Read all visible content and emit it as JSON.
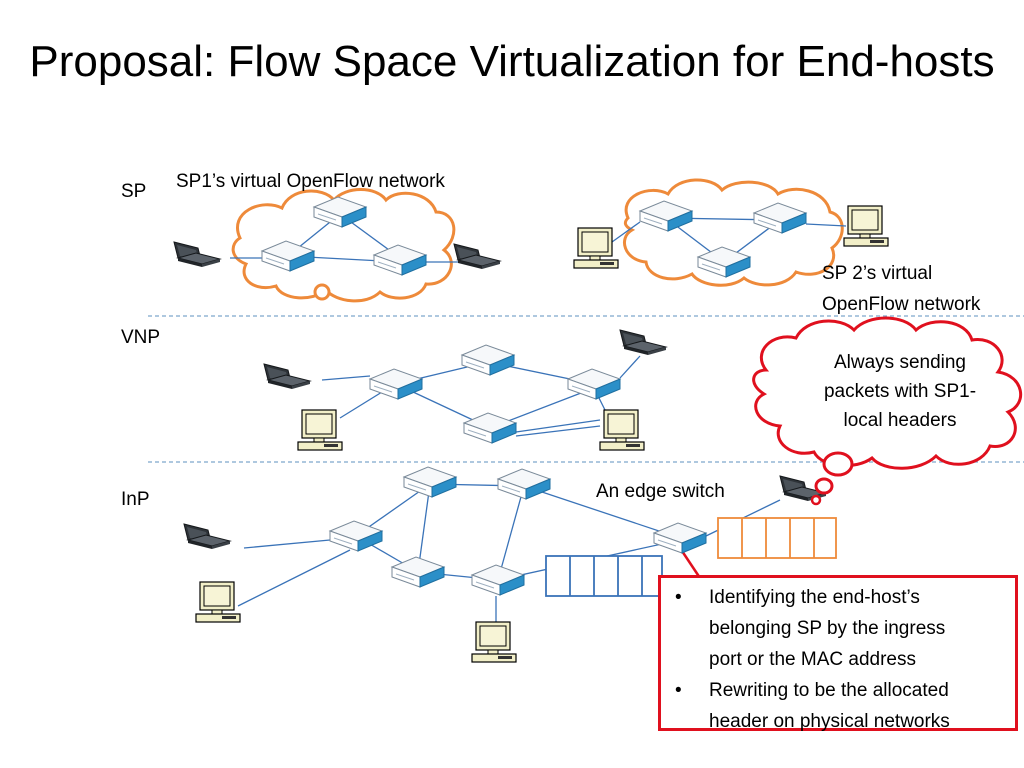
{
  "title": "Proposal: Flow Space Virtualization for End-hosts",
  "layers": {
    "sp": "SP",
    "vnp": "VNP",
    "inp": "InP"
  },
  "sp1_label": "SP1’s virtual OpenFlow network",
  "sp2_label_line1": "SP 2’s virtual",
  "sp2_label_line2": "OpenFlow network",
  "edge_switch_label": "An edge switch",
  "thought": {
    "line1": "Always sending",
    "line2": "packets with SP1-",
    "line3": "local headers"
  },
  "callout_items": [
    {
      "line1": "Identifying  the end-host’s",
      "line2": "belonging SP by the ingress",
      "line3": "port or the MAC address"
    },
    {
      "line1": "Rewriting to be the allocated",
      "line2": "header on physical networks"
    }
  ],
  "bullet": "•",
  "colors": {
    "link": "#3a73b8",
    "switch_body": "#ffffff",
    "switch_edge": "#2b8fc8",
    "cloud_orange": "#ee8a3a",
    "alert_red": "#e0101e",
    "divider": "#7ea6cc",
    "queue_orange": "#ee8a3a",
    "queue_blue": "#3a73b8"
  },
  "icons": [
    "switch-icon",
    "laptop-icon",
    "desktop-computer-icon",
    "cloud-icon",
    "packet-queue-icon"
  ]
}
